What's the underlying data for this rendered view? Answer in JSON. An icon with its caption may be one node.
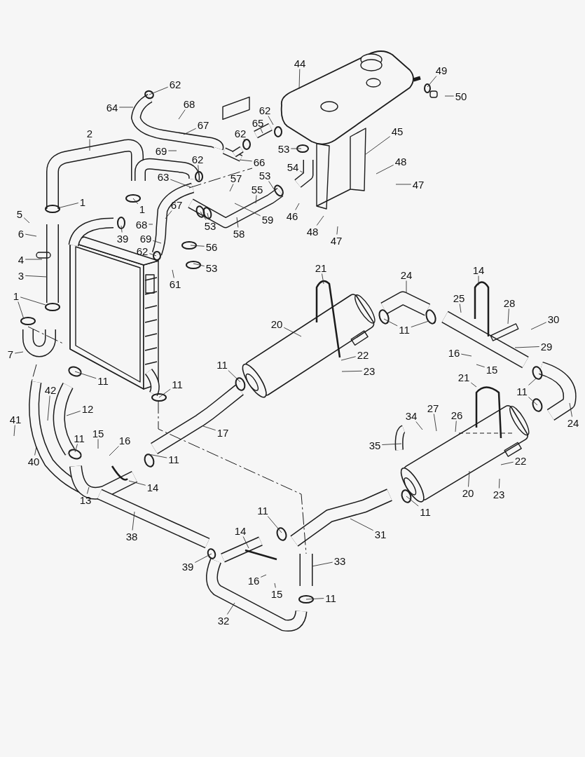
{
  "diagram": {
    "nodes": [
      {
        "text": [
          "44"
        ]
      },
      {
        "text": [
          "49"
        ]
      },
      {
        "text": [
          "62"
        ]
      },
      {
        "text": [
          "50"
        ]
      },
      {
        "text": [
          "68"
        ]
      },
      {
        "text": [
          "64"
        ]
      },
      {
        "text": [
          "62"
        ]
      },
      {
        "text": [
          "65"
        ]
      },
      {
        "text": [
          "67"
        ]
      },
      {
        "text": [
          "45"
        ]
      },
      {
        "text": [
          "62"
        ]
      },
      {
        "text": [
          "2"
        ]
      },
      {
        "text": [
          "53"
        ]
      },
      {
        "text": [
          "69"
        ]
      },
      {
        "text": [
          "62"
        ]
      },
      {
        "text": [
          "66"
        ]
      },
      {
        "text": [
          "48"
        ]
      },
      {
        "text": [
          "54"
        ]
      },
      {
        "text": [
          "53"
        ]
      },
      {
        "text": [
          "63"
        ]
      },
      {
        "text": [
          "57"
        ]
      },
      {
        "text": [
          "47"
        ]
      },
      {
        "text": [
          "55"
        ]
      },
      {
        "text": [
          "1"
        ]
      },
      {
        "text": [
          "1"
        ]
      },
      {
        "text": [
          "67"
        ]
      },
      {
        "text": [
          "5"
        ]
      },
      {
        "text": [
          "46"
        ]
      },
      {
        "text": [
          "59"
        ]
      },
      {
        "text": [
          "68"
        ]
      },
      {
        "text": [
          "53"
        ]
      },
      {
        "text": [
          "48"
        ]
      },
      {
        "text": [
          "6"
        ]
      },
      {
        "text": [
          "58"
        ]
      },
      {
        "text": [
          "39"
        ]
      },
      {
        "text": [
          "69"
        ]
      },
      {
        "text": [
          "47"
        ]
      },
      {
        "text": [
          "56"
        ]
      },
      {
        "text": [
          "62"
        ]
      },
      {
        "text": [
          "4"
        ]
      },
      {
        "text": [
          "53"
        ]
      },
      {
        "text": [
          "21"
        ]
      },
      {
        "text": [
          "14"
        ]
      },
      {
        "text": [
          "24"
        ]
      },
      {
        "text": [
          "3"
        ]
      },
      {
        "text": [
          "61"
        ]
      },
      {
        "text": [
          "1"
        ]
      },
      {
        "text": [
          "25"
        ]
      },
      {
        "text": [
          "28"
        ]
      },
      {
        "text": [
          "30"
        ]
      },
      {
        "text": [
          "20"
        ]
      },
      {
        "text": [
          "11"
        ]
      },
      {
        "text": [
          "29"
        ]
      },
      {
        "text": [
          "16"
        ]
      },
      {
        "text": [
          "7"
        ]
      },
      {
        "text": [
          "22"
        ]
      },
      {
        "text": [
          "11"
        ]
      },
      {
        "text": [
          "15"
        ]
      },
      {
        "text": [
          "23"
        ]
      },
      {
        "text": [
          "21"
        ]
      },
      {
        "text": [
          "11"
        ]
      },
      {
        "text": [
          "11"
        ]
      },
      {
        "text": [
          "11"
        ]
      },
      {
        "text": [
          "42"
        ]
      },
      {
        "text": [
          "34"
        ]
      },
      {
        "text": [
          "27"
        ]
      },
      {
        "text": [
          "26"
        ]
      },
      {
        "text": [
          "12"
        ]
      },
      {
        "text": [
          "41"
        ]
      },
      {
        "text": [
          "24"
        ]
      },
      {
        "text": [
          "15"
        ]
      },
      {
        "text": [
          "11"
        ]
      },
      {
        "text": [
          "16"
        ]
      },
      {
        "text": [
          "17"
        ]
      },
      {
        "text": [
          "35"
        ]
      },
      {
        "text": [
          "11"
        ]
      },
      {
        "text": [
          "40"
        ]
      },
      {
        "text": [
          "22"
        ]
      },
      {
        "text": [
          "14"
        ]
      },
      {
        "text": [
          "20"
        ]
      },
      {
        "text": [
          "23"
        ]
      },
      {
        "text": [
          "13"
        ]
      },
      {
        "text": [
          "11"
        ]
      },
      {
        "text": [
          "11"
        ]
      },
      {
        "text": [
          "31"
        ]
      },
      {
        "text": [
          "38"
        ]
      },
      {
        "text": [
          "14"
        ]
      },
      {
        "text": [
          "33"
        ]
      },
      {
        "text": [
          "39"
        ]
      },
      {
        "text": [
          "16"
        ]
      },
      {
        "text": [
          "15"
        ]
      },
      {
        "text": [
          "11"
        ]
      },
      {
        "text": [
          "32"
        ]
      }
    ],
    "edges": [
      {
        "from": 0,
        "to": null,
        "arrow": "none"
      },
      {
        "from": 1,
        "to": null,
        "arrow": "none"
      },
      {
        "from": 2,
        "to": null,
        "arrow": "none"
      },
      {
        "from": 3,
        "to": null,
        "arrow": "none"
      },
      {
        "from": 4,
        "to": null,
        "arrow": "none"
      },
      {
        "from": 5,
        "to": null,
        "arrow": "none"
      },
      {
        "from": 6,
        "to": null,
        "arrow": "none"
      },
      {
        "from": 7,
        "to": null,
        "arrow": "none"
      },
      {
        "from": 8,
        "to": null,
        "arrow": "none"
      },
      {
        "from": 9,
        "to": null,
        "arrow": "none"
      },
      {
        "from": 10,
        "to": null,
        "arrow": "none"
      },
      {
        "from": 11,
        "to": null,
        "arrow": "none"
      },
      {
        "from": 12,
        "to": null,
        "arrow": "none"
      },
      {
        "from": 13,
        "to": null,
        "arrow": "none"
      },
      {
        "from": 14,
        "to": null,
        "arrow": "none"
      },
      {
        "from": 15,
        "to": null,
        "arrow": "none"
      },
      {
        "from": 16,
        "to": null,
        "arrow": "none"
      },
      {
        "from": 17,
        "to": null,
        "arrow": "none"
      },
      {
        "from": 18,
        "to": null,
        "arrow": "none"
      },
      {
        "from": 19,
        "to": null,
        "arrow": "none"
      },
      {
        "from": 20,
        "to": null,
        "arrow": "none"
      },
      {
        "from": 21,
        "to": null,
        "arrow": "none"
      },
      {
        "from": 22,
        "to": null,
        "arrow": "none"
      },
      {
        "from": 23,
        "to": null,
        "arrow": "none"
      },
      {
        "from": 24,
        "to": null,
        "arrow": "none"
      },
      {
        "from": 25,
        "to": null,
        "arrow": "none"
      },
      {
        "from": 26,
        "to": null,
        "arrow": "none"
      },
      {
        "from": 27,
        "to": null,
        "arrow": "none"
      },
      {
        "from": 28,
        "to": null,
        "arrow": "none"
      },
      {
        "from": 29,
        "to": null,
        "arrow": "none"
      },
      {
        "from": 30,
        "to": null,
        "arrow": "none"
      },
      {
        "from": 30,
        "to": null,
        "arrow": "none"
      },
      {
        "from": 31,
        "to": null,
        "arrow": "none"
      },
      {
        "from": 32,
        "to": null,
        "arrow": "none"
      },
      {
        "from": 33,
        "to": null,
        "arrow": "none"
      },
      {
        "from": 34,
        "to": null,
        "arrow": "none"
      },
      {
        "from": 35,
        "to": null,
        "arrow": "none"
      },
      {
        "from": 36,
        "to": null,
        "arrow": "none"
      },
      {
        "from": 37,
        "to": null,
        "arrow": "none"
      },
      {
        "from": 38,
        "to": null,
        "arrow": "none"
      },
      {
        "from": 39,
        "to": null,
        "arrow": "none"
      },
      {
        "from": 40,
        "to": null,
        "arrow": "none"
      },
      {
        "from": 41,
        "to": null,
        "arrow": "none"
      },
      {
        "from": 42,
        "to": null,
        "arrow": "none"
      },
      {
        "from": 43,
        "to": null,
        "arrow": "none"
      },
      {
        "from": 44,
        "to": null,
        "arrow": "none"
      },
      {
        "from": 45,
        "to": null,
        "arrow": "none"
      },
      {
        "from": 46,
        "to": null,
        "arrow": "none"
      },
      {
        "from": 46,
        "to": null,
        "arrow": "none"
      },
      {
        "from": 47,
        "to": null,
        "arrow": "none"
      },
      {
        "from": 48,
        "to": null,
        "arrow": "none"
      },
      {
        "from": 49,
        "to": null,
        "arrow": "none"
      },
      {
        "from": 50,
        "to": null,
        "arrow": "none"
      },
      {
        "from": 51,
        "to": null,
        "arrow": "none"
      },
      {
        "from": 51,
        "to": null,
        "arrow": "none"
      },
      {
        "from": 52,
        "to": null,
        "arrow": "none"
      },
      {
        "from": 53,
        "to": null,
        "arrow": "none"
      },
      {
        "from": 54,
        "to": null,
        "arrow": "none"
      },
      {
        "from": 55,
        "to": null,
        "arrow": "none"
      },
      {
        "from": 56,
        "to": null,
        "arrow": "none"
      },
      {
        "from": 57,
        "to": null,
        "arrow": "none"
      },
      {
        "from": 58,
        "to": null,
        "arrow": "none"
      },
      {
        "from": 59,
        "to": null,
        "arrow": "none"
      },
      {
        "from": 60,
        "to": null,
        "arrow": "none"
      },
      {
        "from": 61,
        "to": null,
        "arrow": "none"
      },
      {
        "from": 62,
        "to": null,
        "arrow": "none"
      },
      {
        "from": 62,
        "to": null,
        "arrow": "none"
      },
      {
        "from": 63,
        "to": null,
        "arrow": "none"
      },
      {
        "from": 64,
        "to": null,
        "arrow": "none"
      },
      {
        "from": 65,
        "to": null,
        "arrow": "none"
      },
      {
        "from": 66,
        "to": null,
        "arrow": "none"
      },
      {
        "from": 67,
        "to": null,
        "arrow": "none"
      },
      {
        "from": 68,
        "to": null,
        "arrow": "none"
      },
      {
        "from": 69,
        "to": null,
        "arrow": "none"
      },
      {
        "from": 70,
        "to": null,
        "arrow": "none"
      },
      {
        "from": 71,
        "to": null,
        "arrow": "none"
      },
      {
        "from": 72,
        "to": null,
        "arrow": "none"
      },
      {
        "from": 73,
        "to": null,
        "arrow": "none"
      },
      {
        "from": 74,
        "to": null,
        "arrow": "none"
      },
      {
        "from": 75,
        "to": null,
        "arrow": "none"
      },
      {
        "from": 76,
        "to": null,
        "arrow": "none"
      },
      {
        "from": 77,
        "to": null,
        "arrow": "none"
      },
      {
        "from": 78,
        "to": null,
        "arrow": "none"
      },
      {
        "from": 79,
        "to": null,
        "arrow": "none"
      },
      {
        "from": 80,
        "to": null,
        "arrow": "none"
      },
      {
        "from": 81,
        "to": null,
        "arrow": "none"
      },
      {
        "from": 82,
        "to": null,
        "arrow": "none"
      },
      {
        "from": 83,
        "to": null,
        "arrow": "none"
      },
      {
        "from": 84,
        "to": null,
        "arrow": "none"
      },
      {
        "from": 85,
        "to": null,
        "arrow": "none"
      },
      {
        "from": 86,
        "to": null,
        "arrow": "none"
      },
      {
        "from": 87,
        "to": null,
        "arrow": "none"
      },
      {
        "from": 88,
        "to": null,
        "arrow": "none"
      },
      {
        "from": 89,
        "to": null,
        "arrow": "none"
      },
      {
        "from": 90,
        "to": null,
        "arrow": "none"
      },
      {
        "from": 91,
        "to": null,
        "arrow": "none"
      },
      {
        "from": 92,
        "to": null,
        "arrow": "none"
      }
    ]
  }
}
